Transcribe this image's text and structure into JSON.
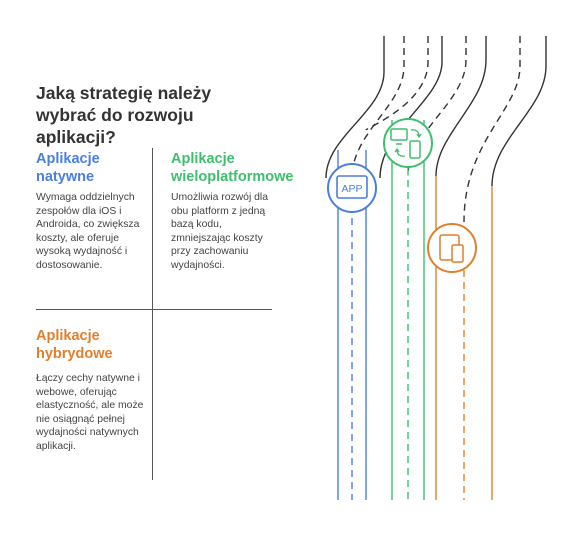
{
  "title": "Jaką strategię należy wybrać do rozwoju aplikacji?",
  "colors": {
    "native": "#4a7fe0",
    "cross": "#3dbf6e",
    "hybrid": "#e07f2c",
    "text": "#333333",
    "road": "#333333"
  },
  "quadrants": {
    "native": {
      "heading": "Aplikacje natywne",
      "body": "Wymaga oddzielnych zespołów dla iOS i Androida, co zwiększa koszty, ale oferuje wysoką wydajność i dostosowanie.",
      "icon": "app-icon"
    },
    "cross": {
      "heading": "Aplikacje wieloplatformowe",
      "body": "Umożliwia rozwój dla obu platform z jedną bazą kodu, zmniejszając koszty przy zachowaniu wydajności.",
      "icon": "multi-device-sync-icon"
    },
    "hybrid": {
      "heading": "Aplikacje hybrydowe",
      "body": "Łączy cechy natywne i webowe, oferując elastyczność, ale może nie osiągnąć pełnej wydajności natywnych aplikacji.",
      "icon": "tablet-phone-icon"
    }
  },
  "icon_text": {
    "app": "APP"
  }
}
